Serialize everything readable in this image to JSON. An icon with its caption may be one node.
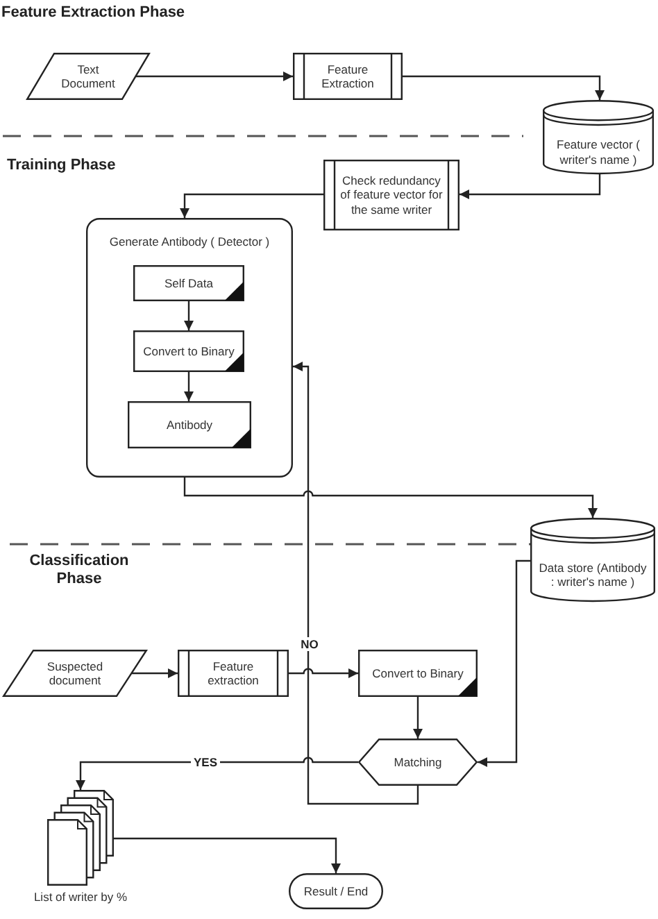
{
  "diagram": {
    "nodes": [
      {
        "text": [
          "Text Document"
        ]
      },
      {
        "text": [
          "Feature Extraction"
        ]
      },
      {
        "text": [
          "Feature vector ( writer's name )"
        ]
      },
      {
        "text": [
          "Check redundancy of feature vector for the same writer"
        ]
      },
      {
        "text": [
          "Generate Antibody ( Detector )"
        ]
      },
      {
        "text": [
          "Self Data"
        ],
        "in": 4
      },
      {
        "text": [
          "Convert to Binary"
        ],
        "in": 4
      },
      {
        "text": [
          "Antibody"
        ],
        "in": 4
      },
      {
        "text": [
          "Data store (Antibody : writer's name )"
        ]
      },
      {
        "text": [
          "Suspected document"
        ]
      },
      {
        "text": [
          "Feature extraction"
        ]
      },
      {
        "text": [
          "Convert to Binary"
        ]
      },
      {
        "text": [
          "Matching"
        ]
      },
      {
        "text": [],
        "shape": "document",
        "beside": [
          "List of writer by %"
        ]
      },
      {
        "text": [
          "Result / End"
        ]
      }
    ],
    "edges": [
      {
        "from": 0,
        "to": 1,
        "arrow": "to"
      },
      {
        "from": 1,
        "to": 2,
        "arrow": "to"
      },
      {
        "from": 2,
        "to": 3,
        "arrow": "to"
      },
      {
        "from": 3,
        "to": 4,
        "arrow": "to"
      },
      {
        "from": 5,
        "to": 6,
        "arrow": "to"
      },
      {
        "from": 6,
        "to": 7,
        "arrow": "to"
      },
      {
        "from": 4,
        "to": 8,
        "arrow": "to"
      },
      {
        "from": 9,
        "to": 10,
        "arrow": "to"
      },
      {
        "from": 10,
        "to": 11,
        "arrow": "to"
      },
      {
        "from": 11,
        "to": 12,
        "arrow": "to"
      },
      {
        "from": 8,
        "to": 12,
        "arrow": "to"
      },
      {
        "from": 12,
        "to": 4,
        "arrow": "to",
        "label": "NO"
      },
      {
        "from": 12,
        "to": 13,
        "arrow": "to",
        "label": "YES"
      },
      {
        "from": 13,
        "to": 14,
        "arrow": "to"
      }
    ],
    "labels": [
      "Feature Extraction Phase",
      "Training Phase",
      "Classification Phase"
    ]
  }
}
